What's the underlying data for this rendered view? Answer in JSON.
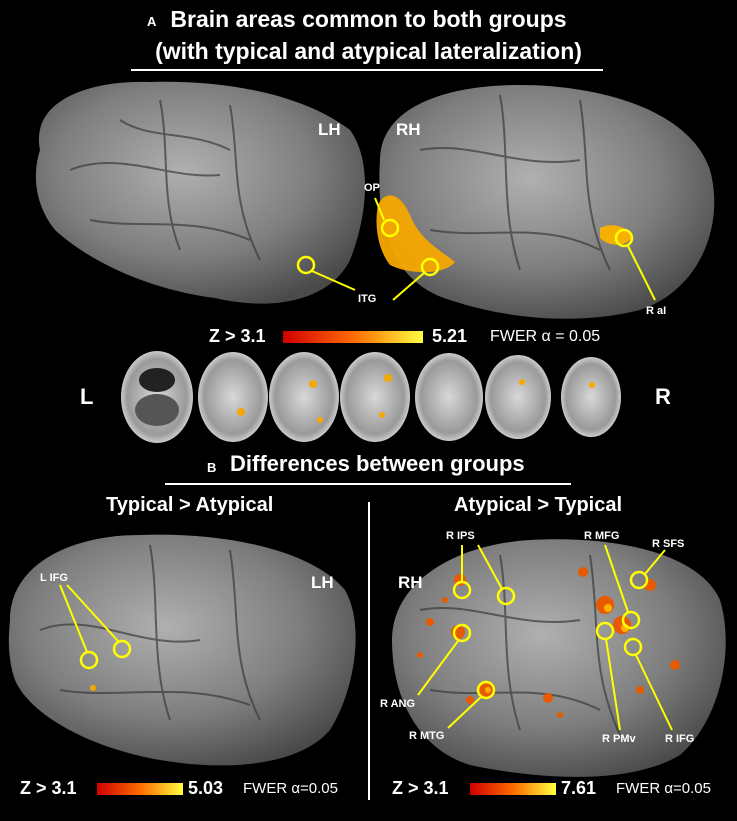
{
  "panel_a": {
    "letter": "A",
    "title_line1": "Brain areas common to both groups",
    "title_line2": "(with typical and atypical lateralization)",
    "left_hemi": "LH",
    "right_hemi": "RH",
    "labels": {
      "op": "OP",
      "itg": "ITG",
      "rai": "R aI"
    },
    "colorbar": {
      "min_label": "Z > 3.1",
      "max_label": "5.21",
      "fwer": "FWER α = 0.05"
    },
    "axial": {
      "left": "L",
      "right": "R"
    }
  },
  "panel_b": {
    "letter": "B",
    "title": "Differences between groups",
    "left": {
      "heading": "Typical > Atypical",
      "hemi": "LH",
      "labels": {
        "lifg": "L IFG"
      },
      "colorbar": {
        "min_label": "Z > 3.1",
        "max_label": "5.03",
        "fwer": "FWER α=0.05"
      }
    },
    "right": {
      "heading": "Atypical > Typical",
      "hemi": "RH",
      "labels": {
        "rips": "R IPS",
        "rmfg": "R MFG",
        "rsfs": "R SFS",
        "rang": "R ANG",
        "rmtg": "R MTG",
        "rpmv": "R PMv",
        "rifg": "R IFG"
      },
      "colorbar": {
        "min_label": "Z > 3.1",
        "max_label": "7.61",
        "fwer": "FWER α=0.05"
      }
    }
  },
  "colors": {
    "background": "#000000",
    "marker": "#ffff00",
    "cortex": "#8a8a8a",
    "activation": "#ffb000"
  }
}
